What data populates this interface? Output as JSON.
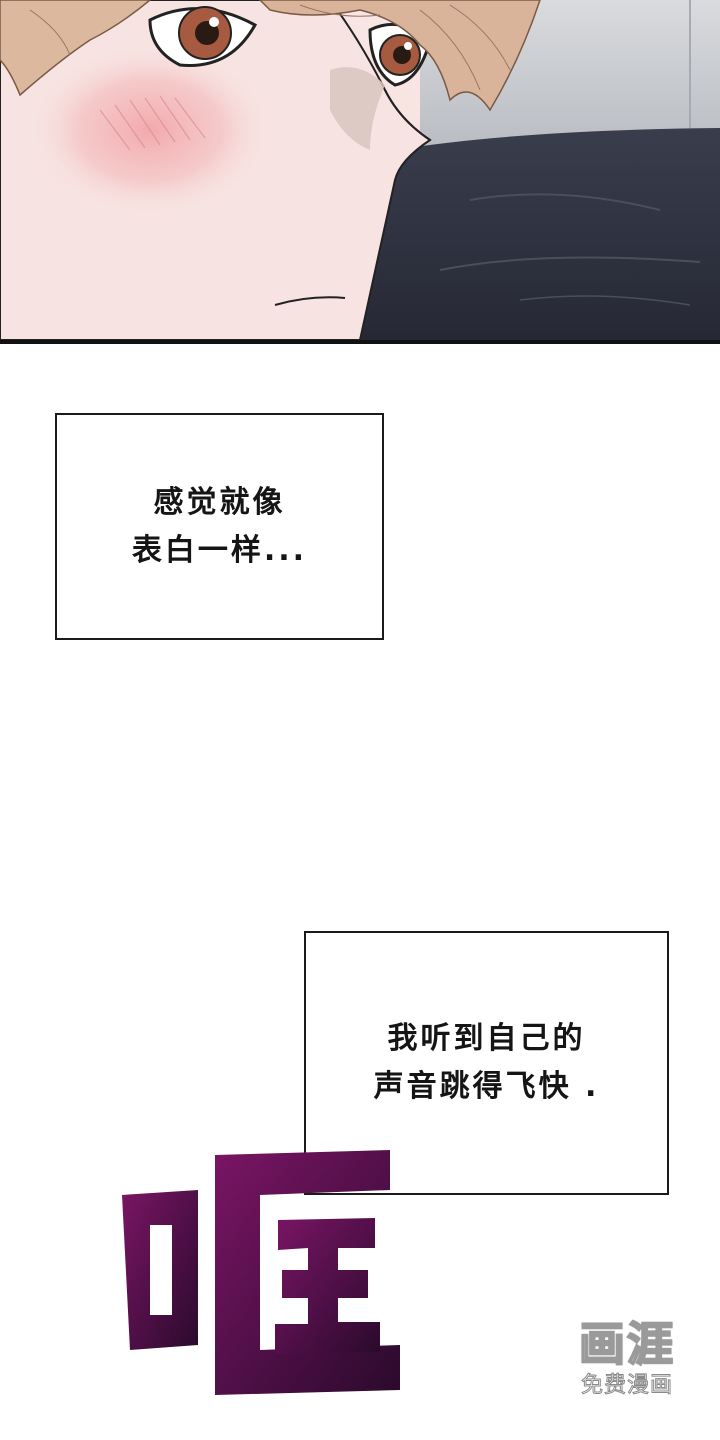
{
  "captions": [
    {
      "lines": [
        "感觉就像",
        "表白一样..."
      ]
    },
    {
      "lines": [
        "我听到自己的",
        "声音跳得飞快 ."
      ]
    }
  ],
  "sound_effect": {
    "text": "哐",
    "color_top": "#7a1565",
    "color_bottom": "#2a0a2c"
  },
  "watermark": {
    "logo": "画涯",
    "subtitle": "免费漫画"
  },
  "colors": {
    "skin": "#f7e3e1",
    "blush": "#f4b6b8",
    "hair": "#d9b49a",
    "background_dark": "#2e3140",
    "panel_border": "#111111"
  }
}
